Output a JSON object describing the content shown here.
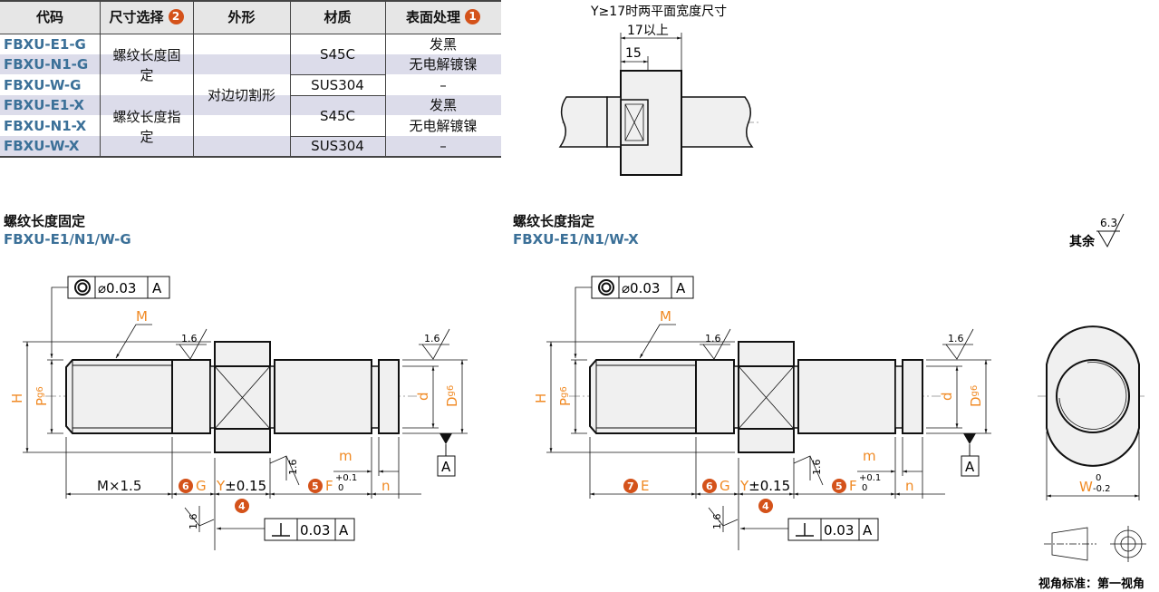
{
  "table": {
    "headers": [
      "代码",
      "尺寸选择",
      "外形",
      "材质",
      "表面处理"
    ],
    "header_badges": {
      "size": "2",
      "surface": "1"
    },
    "codes": [
      "FBXU-E1-G",
      "FBXU-N1-G",
      "FBXU-W-G",
      "FBXU-E1-X",
      "FBXU-N1-X",
      "FBXU-W-X"
    ],
    "size_fixed": "螺纹长度固定",
    "size_specified": "螺纹长度指定",
    "shape": "对边切割形",
    "materials": [
      "S45C",
      "SUS304",
      "S45C",
      "SUS304"
    ],
    "surfaces": [
      "发黑",
      "无电解镀镍",
      "–",
      "发黑",
      "无电解镀镍",
      "–"
    ]
  },
  "top_view": {
    "note": "Y≥17时两平面宽度尺寸",
    "dim1": "17以上",
    "dim2": "15"
  },
  "drawings": [
    {
      "title": "螺纹长度固定",
      "codes": "FBXU-E1/N1/W-G",
      "thread_len": "M×1.5",
      "first_seg": "M"
    },
    {
      "title": "螺纹长度指定",
      "codes": "FBXU-E1/N1/W-X",
      "thread_len": "E",
      "first_seg": "7"
    }
  ],
  "labels": {
    "M": "M",
    "H": "H",
    "P": "P",
    "g6": "g6",
    "d": "d",
    "D": "D",
    "m": "m",
    "n": "n",
    "G": "G",
    "Y": "Y",
    "tol_Y": "±0.15",
    "F": "F",
    "tol_F_up": "+0.1",
    "tol_F_low": "0",
    "roughness": "1.6",
    "datum": "A",
    "concentricity": "⌀0.03",
    "perpendicularity": "0.03",
    "badge4": "4",
    "badge5": "5",
    "badge6": "6",
    "badge7": "7",
    "W": "W",
    "tol_W_up": "0",
    "tol_W_low": "-0.2"
  },
  "rest_roughness": {
    "label": "其余",
    "value": "6.3"
  },
  "projection": "视角标准：第一视角",
  "colors": {
    "accent": "#f08a24",
    "badge": "#d4521a",
    "code": "#3b7098",
    "band": "#dcdcea"
  }
}
